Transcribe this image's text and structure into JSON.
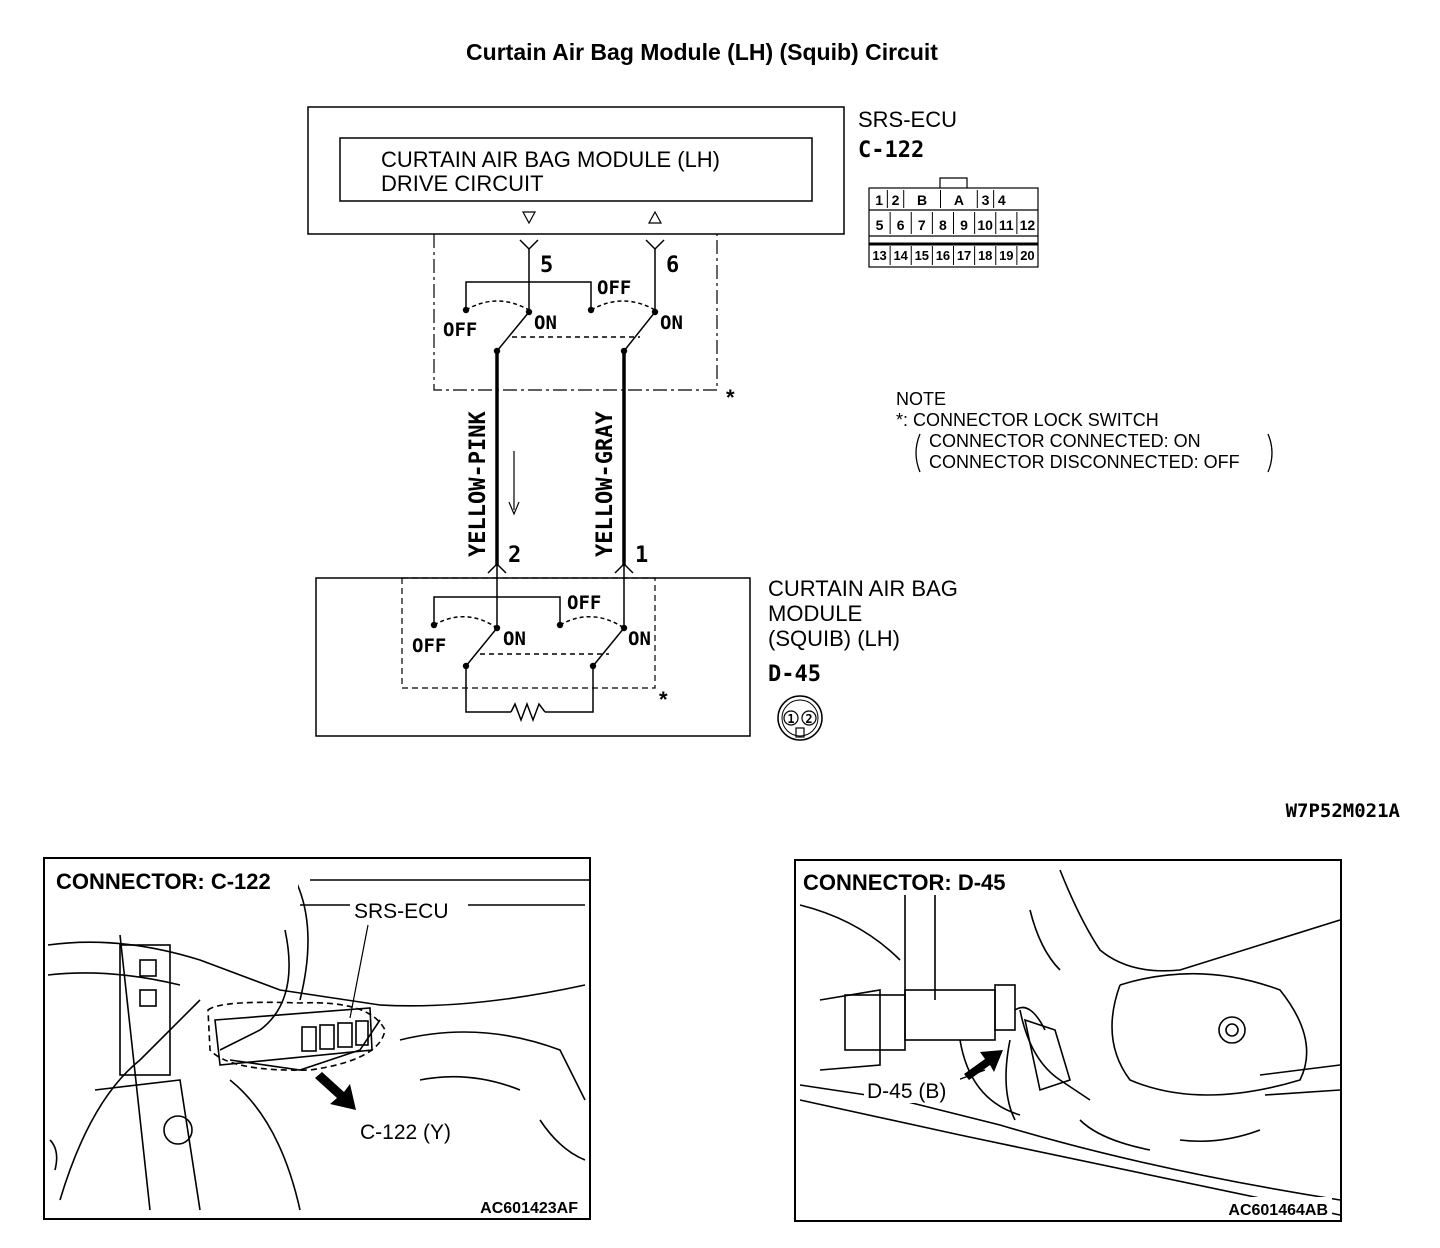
{
  "title": "Curtain Air Bag Module (LH) (Squib) Circuit",
  "srs_ecu": {
    "name": "SRS-ECU",
    "connector_id": "C-122",
    "drive_circuit": [
      "CURTAIN AIR BAG MODULE (LH)",
      "DRIVE CIRCUIT"
    ],
    "pins_row1": [
      "1",
      "2",
      "B",
      "A",
      "3",
      "4"
    ],
    "pins_row2": [
      "5",
      "6",
      "7",
      "8",
      "9",
      "10",
      "11",
      "12"
    ],
    "pins_row3": [
      "13",
      "14",
      "15",
      "16",
      "17",
      "18",
      "19",
      "20"
    ]
  },
  "wires": [
    {
      "color": "YELLOW-PINK",
      "ecu_terminal": "5",
      "module_terminal": "2"
    },
    {
      "color": "YELLOW-GRAY",
      "ecu_terminal": "6",
      "module_terminal": "1"
    }
  ],
  "switch_labels": {
    "off": "OFF",
    "on": "ON",
    "asterisk": "*"
  },
  "note": {
    "heading": "NOTE",
    "line1": "*: CONNECTOR LOCK SWITCH",
    "line2": "CONNECTOR CONNECTED: ON",
    "line3": "CONNECTOR DISCONNECTED: OFF"
  },
  "module": {
    "name": [
      "CURTAIN AIR BAG",
      "MODULE",
      "(SQUIB) (LH)"
    ],
    "connector_id": "D-45",
    "pins": [
      "1",
      "2"
    ]
  },
  "diagram_code": "W7P52M021A",
  "photo_left": {
    "heading": "CONNECTOR: C-122",
    "label_ecu": "SRS-ECU",
    "label_connector": "C-122 (Y)",
    "code": "AC601423AF"
  },
  "photo_right": {
    "heading": "CONNECTOR: D-45",
    "label_connector": "D-45 (B)",
    "code": "AC601464AB"
  }
}
